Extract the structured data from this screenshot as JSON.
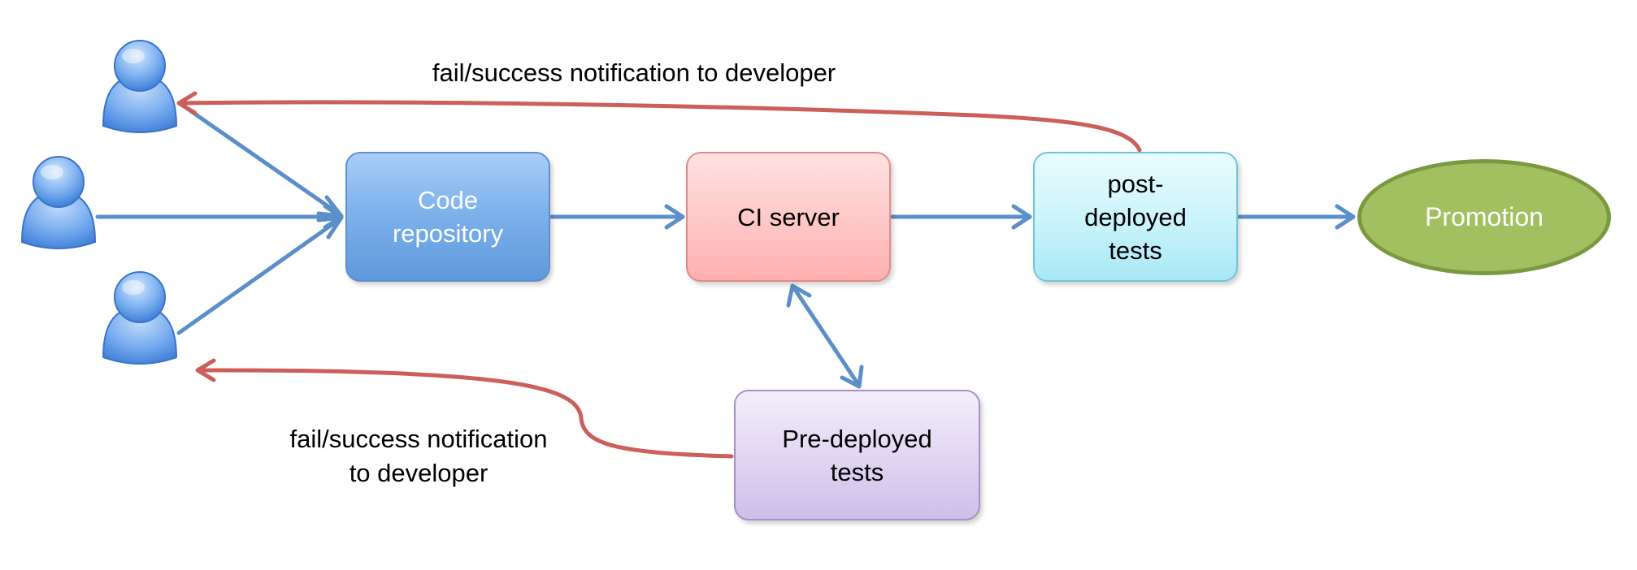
{
  "nodes": {
    "code_repository": "Code\nrepository",
    "ci_server": "CI server",
    "post_deployed_tests": "post-\ndeployed\ntests",
    "pre_deployed_tests": "Pre-deployed\ntests",
    "promotion": "Promotion"
  },
  "labels": {
    "top_notification": "fail/success notification to developer",
    "bottom_notification": "fail/success notification\nto developer"
  },
  "icons": {
    "developer": "user-icon"
  },
  "colors": {
    "flow_arrow": "#5b8fc9",
    "feedback_arrow": "#cc5f59",
    "code_repository": "#7eb2ec",
    "ci_server": "#ffc9c9",
    "post_deployed_tests": "#cdf4fb",
    "pre_deployed_tests": "#e2d7f3",
    "promotion": "#a2c060"
  }
}
